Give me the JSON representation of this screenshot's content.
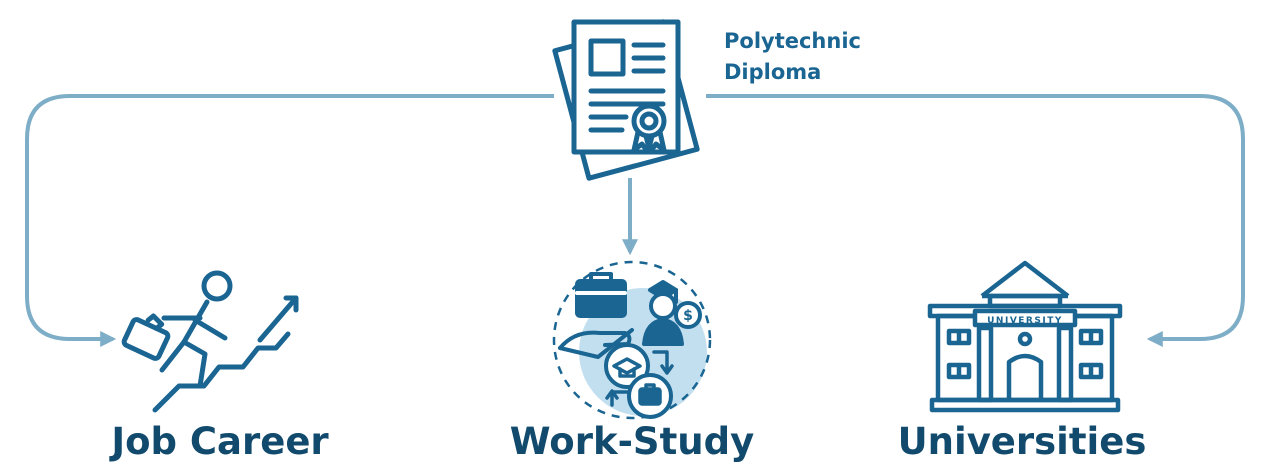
{
  "source": {
    "title_line1": "Polytechnic",
    "title_line2": "Diploma",
    "icon": "diploma-certificate-icon"
  },
  "destinations": [
    {
      "label": "Job Career",
      "icon": "career-climb-icon"
    },
    {
      "label": "Work-Study",
      "icon": "work-study-icon"
    },
    {
      "label": "Universities",
      "icon": "university-building-icon",
      "sign": "UNIVERSITY"
    }
  ],
  "colors": {
    "primary": "#1a6592",
    "dark_text": "#114a6c",
    "connector": "#7eaec7",
    "light_fill": "#c2dff0"
  }
}
